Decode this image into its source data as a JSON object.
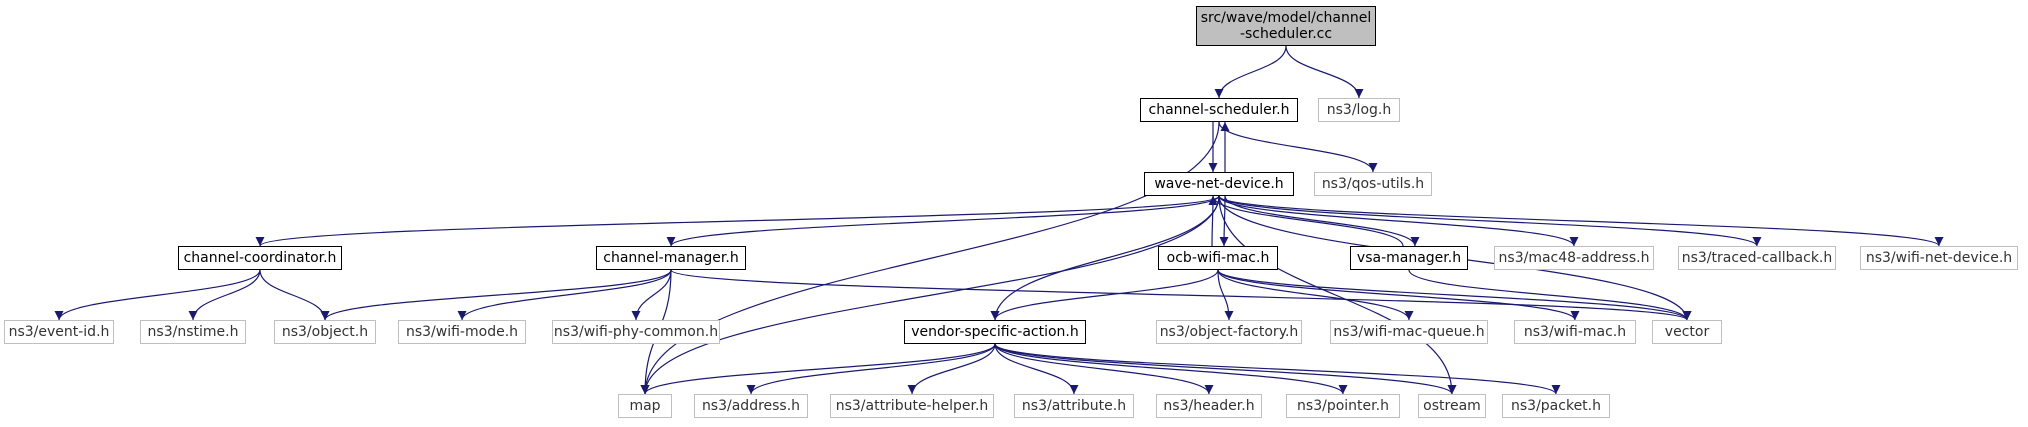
{
  "graph": {
    "colors": {
      "edge": "#191970",
      "root_fill": "#bfbfbf",
      "local_border": "#000000",
      "system_border": "#bfbfbf"
    },
    "nodes": {
      "root": {
        "lines": [
          "src/wave/model/channel",
          "-scheduler.cc"
        ],
        "kind": "root"
      },
      "channel_scheduler": {
        "lines": [
          "channel-scheduler.h"
        ],
        "kind": "local"
      },
      "log": {
        "lines": [
          "ns3/log.h"
        ],
        "kind": "system"
      },
      "wave_net_device": {
        "lines": [
          "wave-net-device.h"
        ],
        "kind": "local"
      },
      "qos_utils": {
        "lines": [
          "ns3/qos-utils.h"
        ],
        "kind": "system"
      },
      "channel_coordinator": {
        "lines": [
          "channel-coordinator.h"
        ],
        "kind": "local"
      },
      "channel_manager": {
        "lines": [
          "channel-manager.h"
        ],
        "kind": "local"
      },
      "ocb_wifi_mac": {
        "lines": [
          "ocb-wifi-mac.h"
        ],
        "kind": "local"
      },
      "vsa_manager": {
        "lines": [
          "vsa-manager.h"
        ],
        "kind": "local"
      },
      "mac48_address": {
        "lines": [
          "ns3/mac48-address.h"
        ],
        "kind": "system"
      },
      "traced_callback": {
        "lines": [
          "ns3/traced-callback.h"
        ],
        "kind": "system"
      },
      "wifi_net_device": {
        "lines": [
          "ns3/wifi-net-device.h"
        ],
        "kind": "system"
      },
      "event_id": {
        "lines": [
          "ns3/event-id.h"
        ],
        "kind": "system"
      },
      "nstime": {
        "lines": [
          "ns3/nstime.h"
        ],
        "kind": "system"
      },
      "object": {
        "lines": [
          "ns3/object.h"
        ],
        "kind": "system"
      },
      "wifi_mode": {
        "lines": [
          "ns3/wifi-mode.h"
        ],
        "kind": "system"
      },
      "wifi_phy_common": {
        "lines": [
          "ns3/wifi-phy-common.h"
        ],
        "kind": "system"
      },
      "object_factory": {
        "lines": [
          "ns3/object-factory.h"
        ],
        "kind": "system"
      },
      "wifi_mac_queue": {
        "lines": [
          "ns3/wifi-mac-queue.h"
        ],
        "kind": "system"
      },
      "wifi_mac": {
        "lines": [
          "ns3/wifi-mac.h"
        ],
        "kind": "system"
      },
      "vector": {
        "lines": [
          "vector"
        ],
        "kind": "system"
      },
      "vendor_specific_action": {
        "lines": [
          "vendor-specific-action.h"
        ],
        "kind": "local"
      },
      "map": {
        "lines": [
          "map"
        ],
        "kind": "system"
      },
      "address": {
        "lines": [
          "ns3/address.h"
        ],
        "kind": "system"
      },
      "attribute_helper": {
        "lines": [
          "ns3/attribute-helper.h"
        ],
        "kind": "system"
      },
      "attribute": {
        "lines": [
          "ns3/attribute.h"
        ],
        "kind": "system"
      },
      "header": {
        "lines": [
          "ns3/header.h"
        ],
        "kind": "system"
      },
      "pointer": {
        "lines": [
          "ns3/pointer.h"
        ],
        "kind": "system"
      },
      "ostream": {
        "lines": [
          "ostream"
        ],
        "kind": "system"
      },
      "packet": {
        "lines": [
          "ns3/packet.h"
        ],
        "kind": "system"
      }
    },
    "edges": [
      [
        "root",
        "channel_scheduler"
      ],
      [
        "root",
        "log"
      ],
      [
        "channel_scheduler",
        "wave_net_device"
      ],
      [
        "channel_scheduler",
        "qos_utils"
      ],
      [
        "channel_scheduler",
        "map"
      ],
      [
        "wave_net_device",
        "channel_scheduler"
      ],
      [
        "wave_net_device",
        "channel_coordinator"
      ],
      [
        "wave_net_device",
        "channel_manager"
      ],
      [
        "wave_net_device",
        "ocb_wifi_mac"
      ],
      [
        "wave_net_device",
        "vsa_manager"
      ],
      [
        "wave_net_device",
        "mac48_address"
      ],
      [
        "wave_net_device",
        "traced_callback"
      ],
      [
        "wave_net_device",
        "wifi_net_device"
      ],
      [
        "wave_net_device",
        "vendor_specific_action"
      ],
      [
        "wave_net_device",
        "map"
      ],
      [
        "wave_net_device",
        "vector"
      ],
      [
        "wave_net_device",
        "ostream"
      ],
      [
        "ocb_wifi_mac",
        "wave_net_device"
      ],
      [
        "vsa_manager",
        "wave_net_device"
      ],
      [
        "channel_coordinator",
        "event_id"
      ],
      [
        "channel_coordinator",
        "nstime"
      ],
      [
        "channel_coordinator",
        "object"
      ],
      [
        "channel_manager",
        "object"
      ],
      [
        "channel_manager",
        "wifi_mode"
      ],
      [
        "channel_manager",
        "wifi_phy_common"
      ],
      [
        "channel_manager",
        "map"
      ],
      [
        "channel_manager",
        "vector"
      ],
      [
        "ocb_wifi_mac",
        "vendor_specific_action"
      ],
      [
        "ocb_wifi_mac",
        "object_factory"
      ],
      [
        "ocb_wifi_mac",
        "wifi_mac_queue"
      ],
      [
        "ocb_wifi_mac",
        "wifi_mac"
      ],
      [
        "ocb_wifi_mac",
        "vector"
      ],
      [
        "vsa_manager",
        "vector"
      ],
      [
        "vendor_specific_action",
        "map"
      ],
      [
        "vendor_specific_action",
        "address"
      ],
      [
        "vendor_specific_action",
        "attribute_helper"
      ],
      [
        "vendor_specific_action",
        "attribute"
      ],
      [
        "vendor_specific_action",
        "header"
      ],
      [
        "vendor_specific_action",
        "pointer"
      ],
      [
        "vendor_specific_action",
        "ostream"
      ],
      [
        "vendor_specific_action",
        "packet"
      ]
    ]
  }
}
